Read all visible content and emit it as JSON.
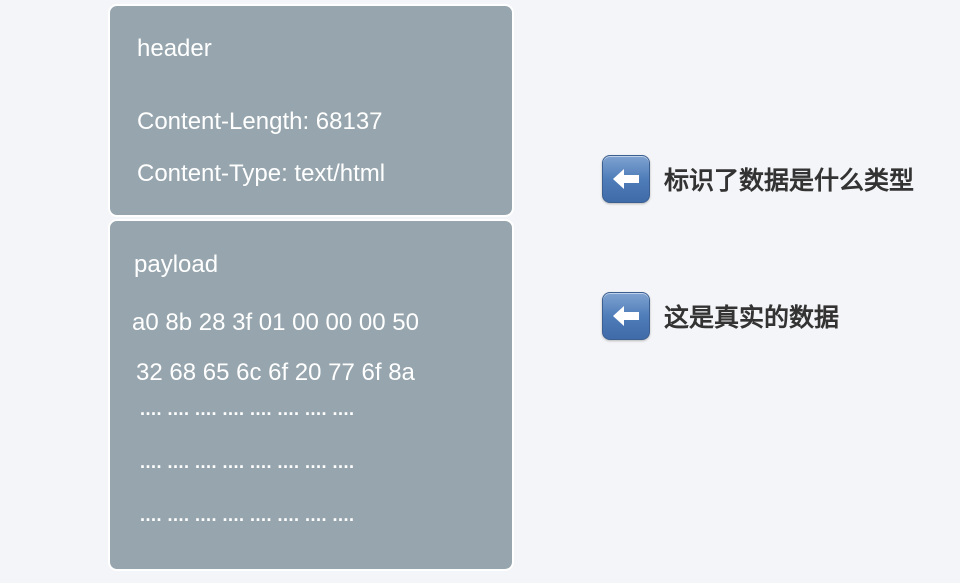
{
  "header_section": {
    "title": "header",
    "fields": [
      "Content-Length: 68137",
      "Content-Type: text/html"
    ]
  },
  "payload_section": {
    "title": "payload",
    "hex_lines": [
      "a0 8b 28 3f 01 00 00 00 50",
      "32 68 65 6c 6f 20 77 6f 8a"
    ],
    "ellipsis_lines": [
      ".... .... .... .... .... .... .... ....",
      ".... .... .... .... .... .... .... ....",
      ".... .... .... .... .... .... .... ...."
    ]
  },
  "annotations": {
    "header_note": "标识了数据是什么类型",
    "payload_note": "这是真实的数据"
  },
  "icons": {
    "callout_icon": "left-arrow-icon"
  },
  "colors": {
    "box_fill": "#97a6ae",
    "box_border": "#ffffff",
    "arrow_button": "#4f7db9",
    "background": "#f4f5f8"
  }
}
